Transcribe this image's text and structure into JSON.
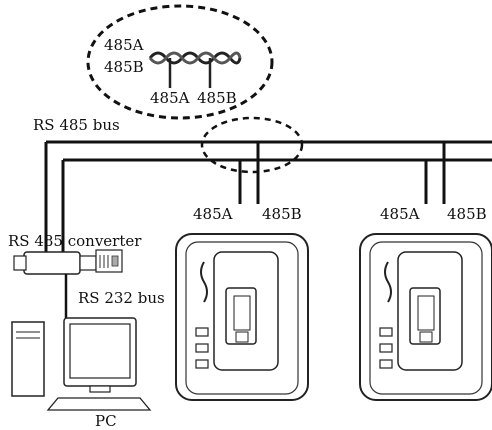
{
  "labels": {
    "inset_485a": "485A",
    "inset_485b": "485B",
    "inset_wire_485a": "485A",
    "inset_wire_485b": "485B",
    "rs485_bus": "RS 485 bus",
    "dev1_485a": "485A",
    "dev1_485b": "485B",
    "dev2_485a": "485A",
    "dev2_485b": "485B",
    "rs485_converter": "RS 485 converter",
    "rs232_bus": "RS 232 bus",
    "pc": "PC"
  }
}
